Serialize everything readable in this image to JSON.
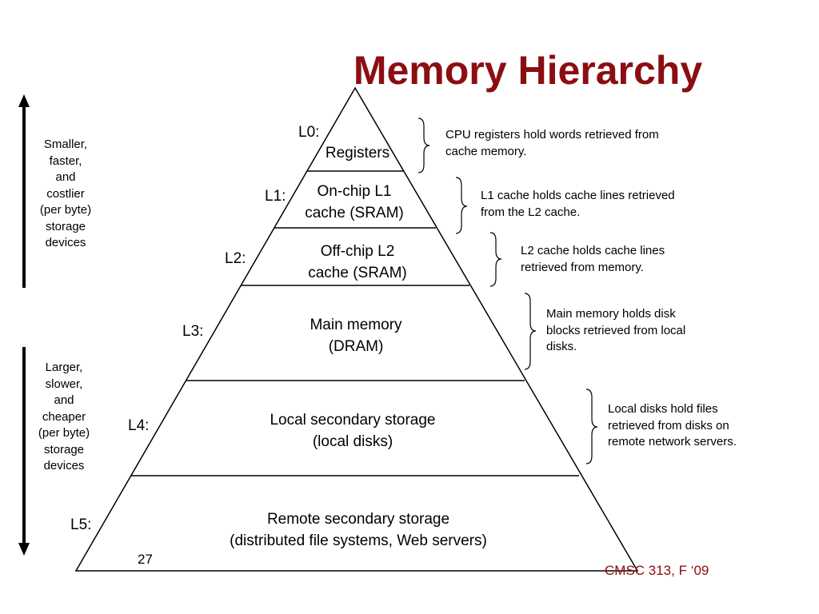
{
  "slide": {
    "title": "Memory Hierarchy",
    "page_number": "27",
    "footer": "CMSC 313, F ‘09"
  },
  "side": {
    "top_text": [
      "Smaller,",
      "faster,",
      "and",
      "costlier",
      "(per byte)",
      "storage",
      "devices"
    ],
    "bottom_text": [
      "Larger,",
      "slower,",
      "and",
      "cheaper",
      "(per byte)",
      "storage",
      "devices"
    ]
  },
  "levels": [
    {
      "label": "L0:",
      "lines": [
        "Registers"
      ],
      "note": [
        "CPU registers hold words retrieved from",
        "cache memory."
      ]
    },
    {
      "label": "L1:",
      "lines": [
        "On-chip L1",
        "cache (SRAM)"
      ],
      "note": [
        "L1 cache holds cache lines retrieved",
        "from the L2 cache."
      ]
    },
    {
      "label": "L2:",
      "lines": [
        "Off-chip L2",
        "cache (SRAM)"
      ],
      "note": [
        "L2 cache holds cache lines",
        "retrieved from memory."
      ]
    },
    {
      "label": "L3:",
      "lines": [
        "Main memory",
        "(DRAM)"
      ],
      "note": [
        "Main memory holds disk",
        "blocks retrieved from local",
        "disks."
      ]
    },
    {
      "label": "L4:",
      "lines": [
        "Local secondary storage",
        "(local disks)"
      ],
      "note": [
        "Local disks hold files",
        "retrieved from disks on",
        "remote network servers."
      ]
    },
    {
      "label": "L5:",
      "lines": [
        "Remote secondary storage",
        "(distributed file systems, Web servers)"
      ]
    }
  ]
}
